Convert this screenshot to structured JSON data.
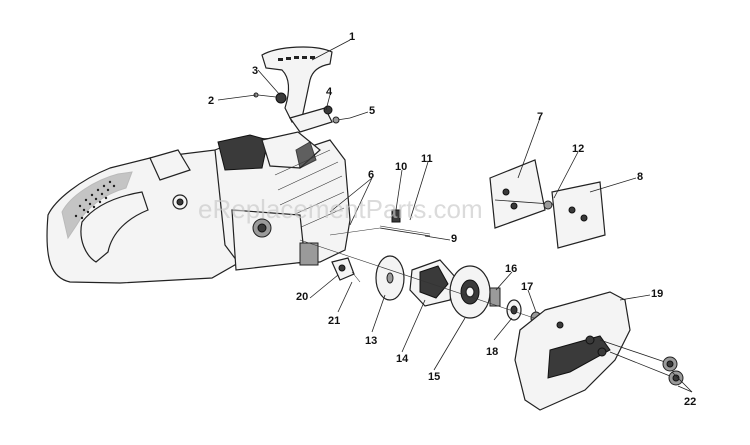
{
  "watermark": "eReplacementParts.com",
  "callouts": [
    {
      "id": "1",
      "label": "1"
    },
    {
      "id": "2",
      "label": "2"
    },
    {
      "id": "3",
      "label": "3"
    },
    {
      "id": "4",
      "label": "4"
    },
    {
      "id": "5",
      "label": "5"
    },
    {
      "id": "6",
      "label": "6"
    },
    {
      "id": "7",
      "label": "7"
    },
    {
      "id": "8",
      "label": "8"
    },
    {
      "id": "9",
      "label": "9"
    },
    {
      "id": "10",
      "label": "10"
    },
    {
      "id": "11",
      "label": "11"
    },
    {
      "id": "12",
      "label": "12"
    },
    {
      "id": "13",
      "label": "13"
    },
    {
      "id": "14",
      "label": "14"
    },
    {
      "id": "15",
      "label": "15"
    },
    {
      "id": "16",
      "label": "16"
    },
    {
      "id": "17",
      "label": "17"
    },
    {
      "id": "18",
      "label": "18"
    },
    {
      "id": "19",
      "label": "19"
    },
    {
      "id": "20",
      "label": "20"
    },
    {
      "id": "21",
      "label": "21"
    },
    {
      "id": "22",
      "label": "22"
    }
  ]
}
